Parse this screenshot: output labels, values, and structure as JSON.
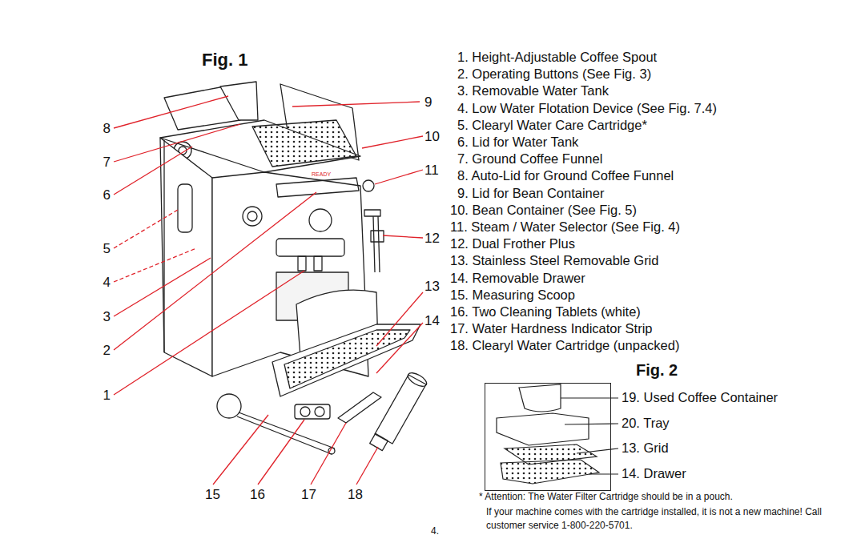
{
  "diagram": {
    "title": "Fig. 1",
    "nodes": [
      {
        "text": [
          "Fig. 2"
        ]
      }
    ],
    "labels": [
      "READY",
      "8",
      "7",
      "6",
      "5",
      "4",
      "3",
      "2",
      "1",
      "9",
      "10",
      "11",
      "12",
      "13",
      "14",
      "15",
      "16",
      "17",
      "18",
      "1. Height-Adjustable Coffee Spout",
      "2. Operating Buttons (See Fig. 3)",
      "3. Removable Water Tank",
      "4. Low Water Flotation Device (See Fig. 7.4)",
      "5. Clearyl Water Care Cartridge*",
      "6. Lid for Water Tank",
      "7. Ground Coffee Funnel",
      "8. Auto-Lid for Ground Coffee Funnel",
      "9. Lid for Bean Container",
      "10. Bean Container (See Fig. 5)",
      "11. Steam / Water Selector (See Fig. 4)",
      "12. Dual Frother Plus",
      "13. Stainless Steel Removable Grid",
      "14. Removable Drawer",
      "15. Measuring Scoop",
      "16. Two Cleaning Tablets (white)",
      "17. Water Hardness Indicator Strip",
      "18. Clearyl Water Cartridge (unpacked)",
      "19. Used Coffee Container",
      "20. Tray",
      "13. Grid",
      "14. Drawer",
      "* Attention: The Water Filter Cartridge should be in a pouch.",
      "If your machine comes with the cartridge installed, it is not a new machine! Call customer service 1-800-220-5701.",
      "4."
    ]
  }
}
